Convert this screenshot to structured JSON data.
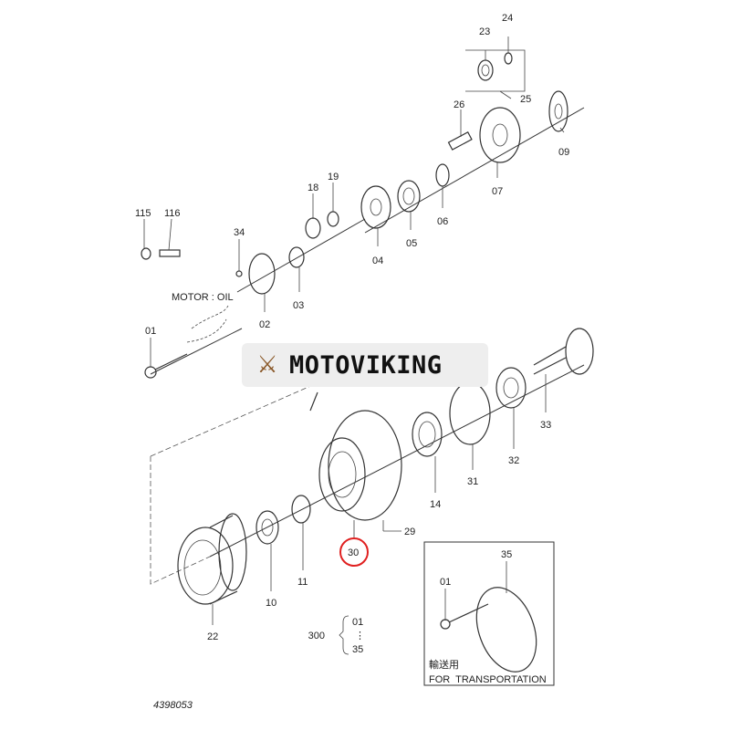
{
  "labels": {
    "p24": "24",
    "p23": "23",
    "p25": "25",
    "p26": "26",
    "p09": "09",
    "p07": "07",
    "p06": "06",
    "p05": "05",
    "p04": "04",
    "p18": "18",
    "p19": "19",
    "p03": "03",
    "p34": "34",
    "p02": "02",
    "p115": "115",
    "p116": "116",
    "p01a": "01",
    "p33": "33",
    "p32": "32",
    "p31": "31",
    "p14": "14",
    "p29": "29",
    "p30": "30",
    "p11": "11",
    "p10": "10",
    "p22": "22",
    "p35": "35",
    "p01b": "01"
  },
  "motor_note": "MOTOR : OIL",
  "assembly": {
    "number": "300",
    "from": "01",
    "sep": "⋮",
    "to": "35"
  },
  "inset": {
    "title_jp": "輸送用",
    "title_en": "FOR  TRANSPORTATION"
  },
  "drawing_number": "4398053",
  "watermark": {
    "brand": "MOTOVIKING"
  },
  "colors": {
    "highlight": "#e02020",
    "line": "#333333"
  }
}
